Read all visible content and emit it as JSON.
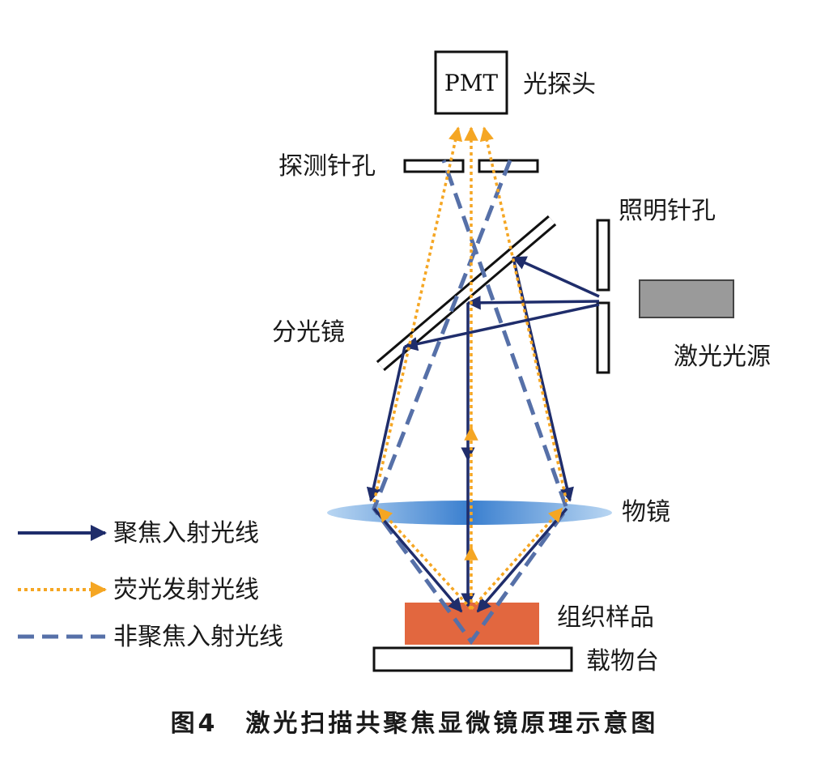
{
  "colors": {
    "focused": "#1f2d6b",
    "fluorescence": "#f5a623",
    "unfocused": "#5670a8",
    "sample": "#e2673f",
    "source": "#9a9a9a",
    "lens": "#4a8fd6"
  },
  "labels": {
    "pmt": "PMT",
    "pmt_name": "光探头",
    "detect_pinhole": "探测针孔",
    "illum_pinhole": "照明针孔",
    "beamsplitter": "分光镜",
    "laser_source": "激光光源",
    "objective": "物镜",
    "sample": "组织样品",
    "stage": "载物台"
  },
  "legend": [
    {
      "label": "聚焦入射光线",
      "style": "focused"
    },
    {
      "label": "荧光发射光线",
      "style": "fluorescence"
    },
    {
      "label": "非聚焦入射光线",
      "style": "unfocused"
    }
  ],
  "caption": "图4　激光扫描共聚焦显微镜原理示意图"
}
